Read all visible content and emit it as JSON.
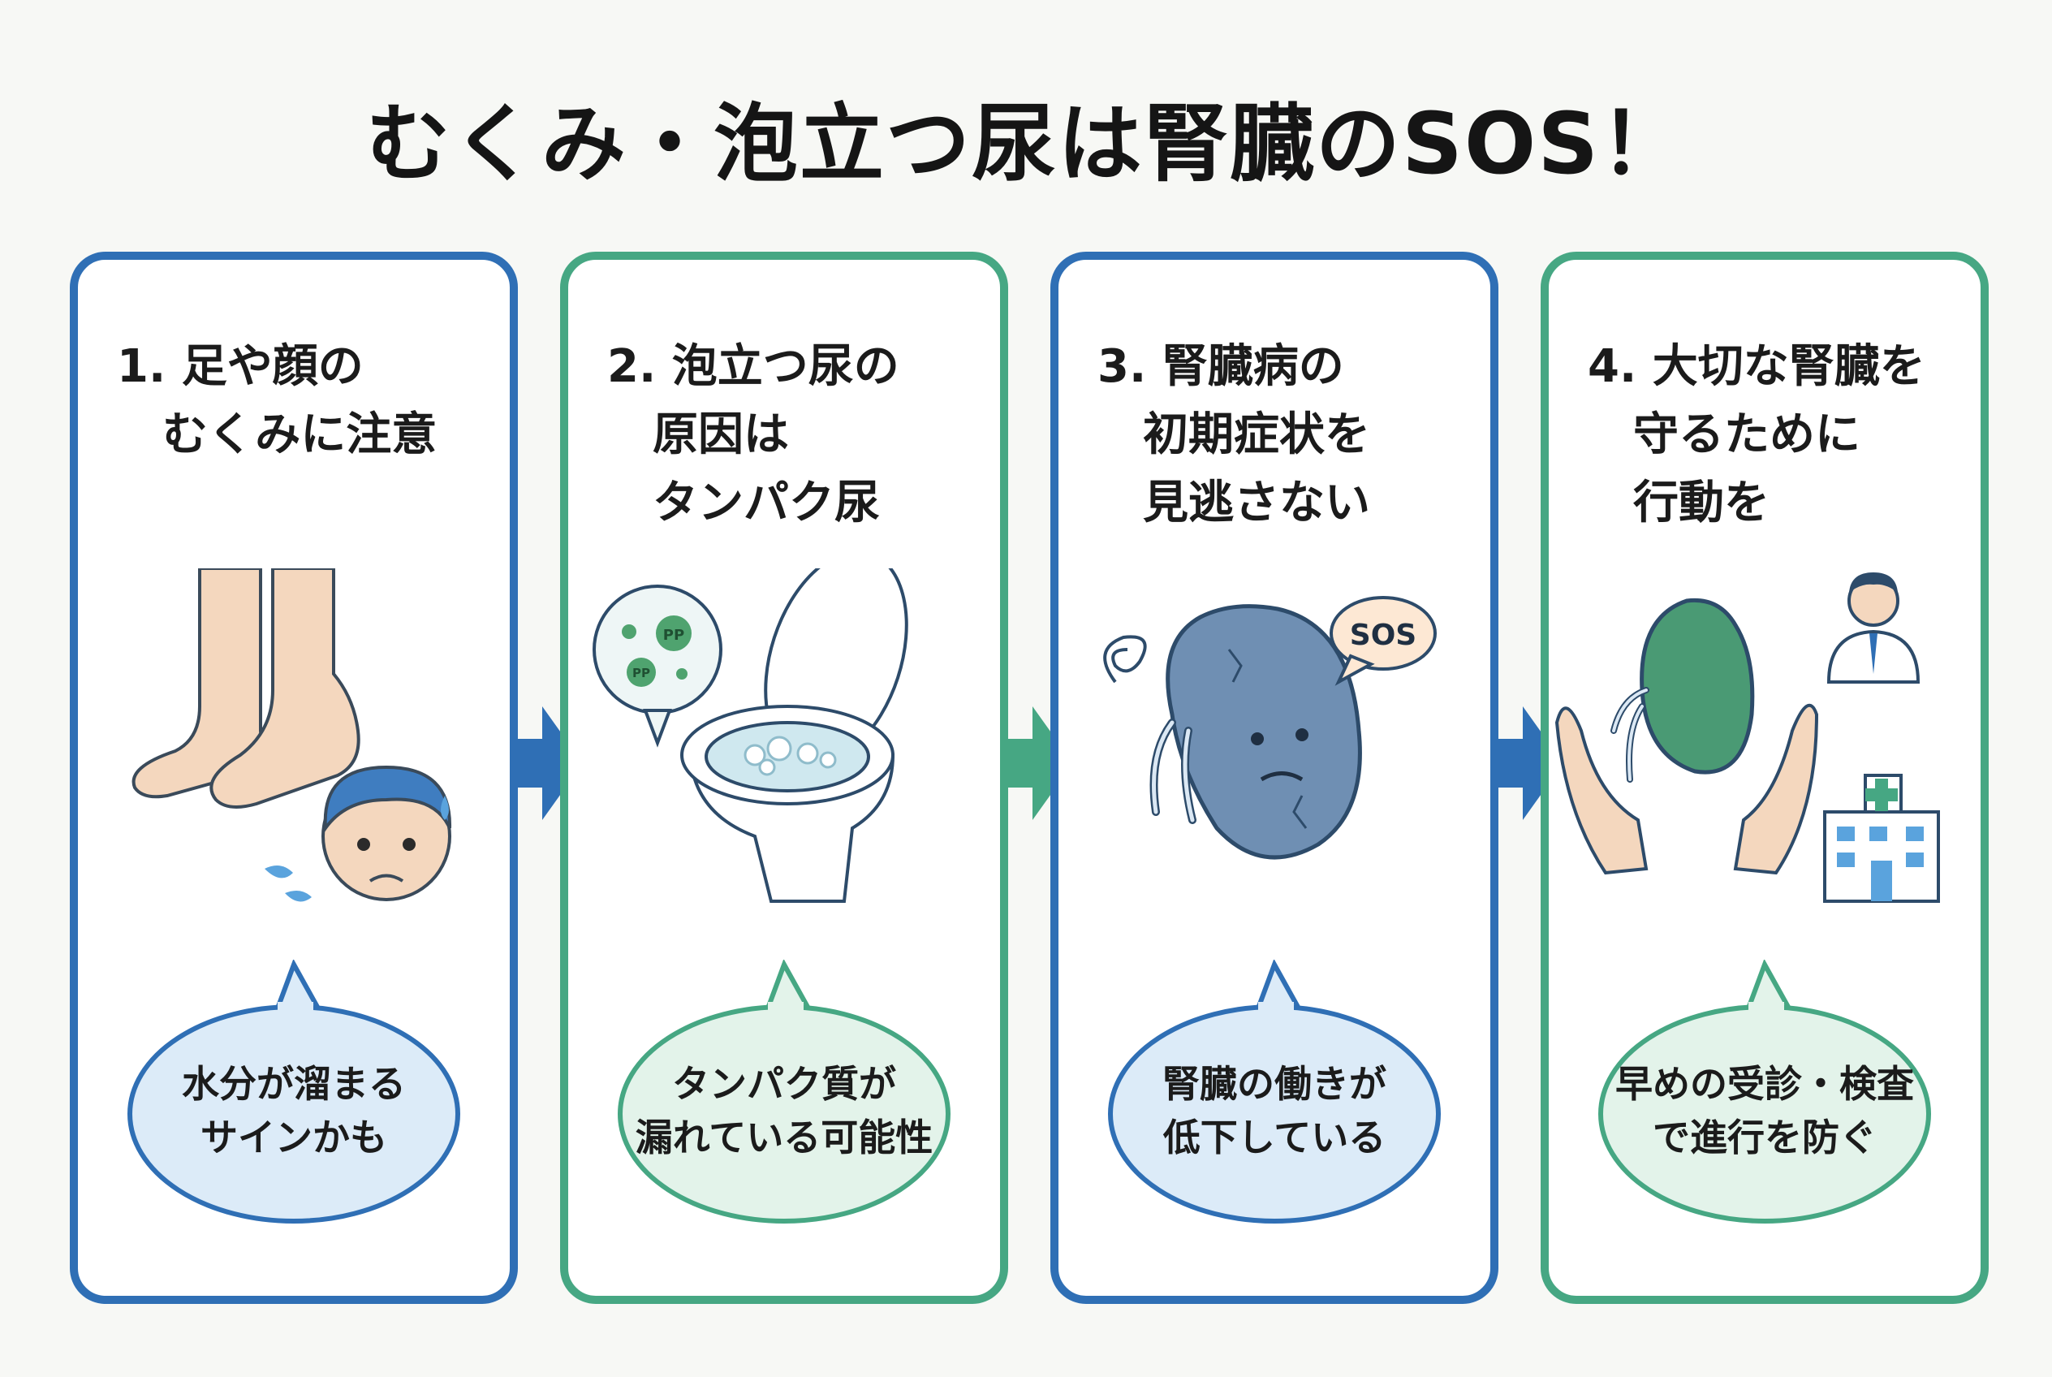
{
  "title": "むくみ・泡立つ尿は腎臓のSOS！",
  "colors": {
    "blue": "#2f6fb5",
    "green": "#46a783",
    "blue_fill": "#dcebf8",
    "green_fill": "#e3f3ea"
  },
  "cards": [
    {
      "title_lines": [
        "1. 足や顔の",
        "　むくみに注意"
      ],
      "bubble_lines": [
        "水分が溜まる",
        "サインかも"
      ],
      "icon": "swollen-feet-and-face"
    },
    {
      "title_lines": [
        "2. 泡立つ尿の",
        "　原因は",
        "　タンパク尿"
      ],
      "bubble_lines": [
        "タンパク質が",
        "漏れている可能性"
      ],
      "icon": "foamy-toilet"
    },
    {
      "title_lines": [
        "3. 腎臓病の",
        "　初期症状を",
        "　見逃さない"
      ],
      "bubble_lines": [
        "腎臓の働きが",
        "低下している"
      ],
      "icon": "tired-kidney",
      "sos_label": "SOS"
    },
    {
      "title_lines": [
        "4. 大切な腎臓を",
        "　守るために",
        "　行動を"
      ],
      "bubble_lines": [
        "早めの受診・検査",
        "で進行を防ぐ"
      ],
      "icon": "kidney-in-hands-doctor-hospital"
    }
  ],
  "protein_label": "PP"
}
